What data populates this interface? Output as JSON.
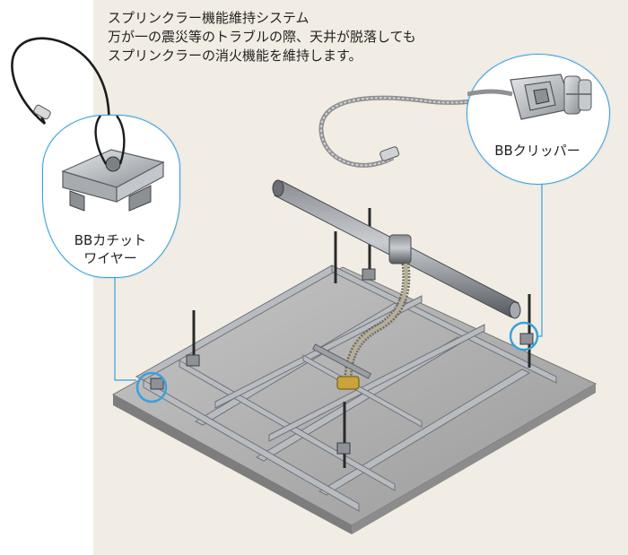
{
  "caption": {
    "line1": "スプリンクラー機能維持システム",
    "line2": "万が一の震災等のトラブルの際、天井が脱落しても",
    "line3": "スプリンクラーの消火機能を維持します。"
  },
  "callouts": {
    "left": {
      "line1": "BBカチット",
      "line2": "ワイヤー"
    },
    "right": {
      "line1": "BBクリッパー"
    }
  },
  "colors": {
    "panel": "#f1ede4",
    "accent": "#3aa0dd",
    "board": "#a9a9a9",
    "steel": "#9c9fa4",
    "brass": "#c9a43a"
  }
}
